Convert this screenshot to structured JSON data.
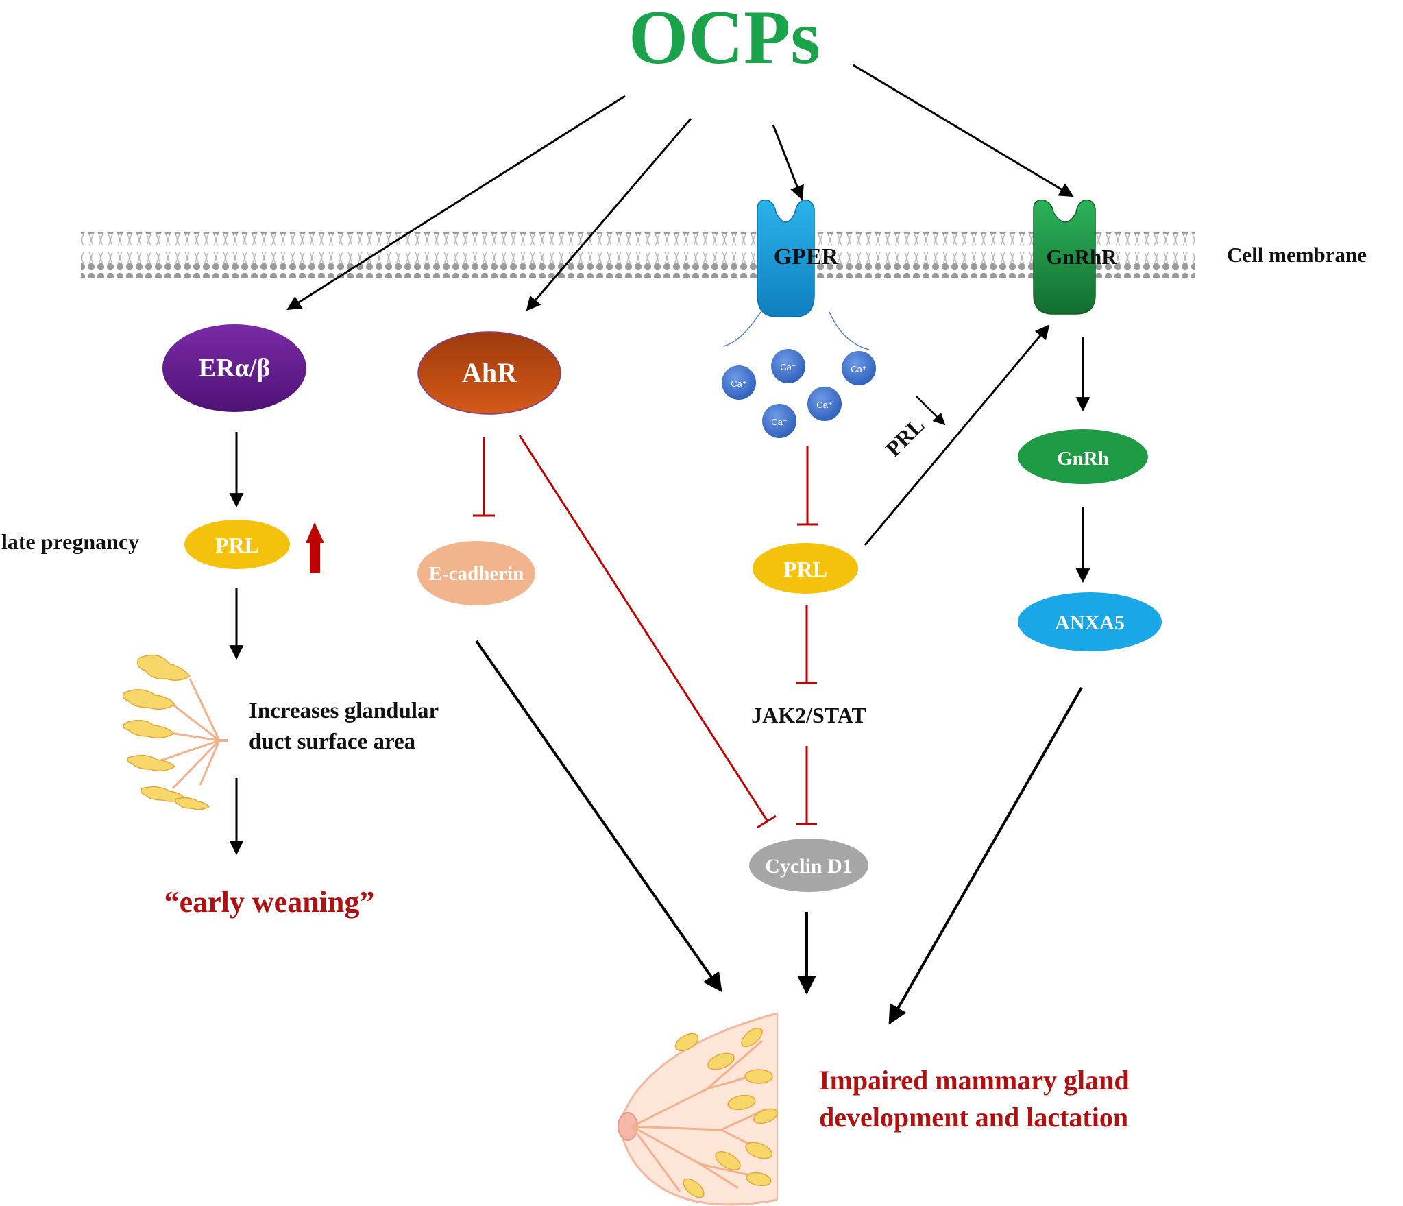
{
  "title": "OCPs",
  "membrane_label": "Cell membrane",
  "receptors": {
    "gper": "GPER",
    "gnrhr": "GnRhR"
  },
  "calcium_label": "Ca⁺",
  "nodes": {
    "er": "ERα/β",
    "ahr": "AhR",
    "prl_left": "PRL",
    "ecadherin": "E-cadherin",
    "prl_center": "PRL",
    "jak2stat": "JAK2/STAT",
    "cyclin": "Cyclin D1",
    "gnrh": "GnRh",
    "anxa5": "ANXA5"
  },
  "labels": {
    "late_pregnancy": "late pregnancy",
    "glandular_line1": "Increases glandular",
    "glandular_line2": "duct surface area",
    "early_weaning": "“early weaning”",
    "prl_down": "PRL",
    "outcome_line1": "Impaired mammary gland",
    "outcome_line2": "development and lactation"
  },
  "colors": {
    "title_green": "#1aa34a",
    "er_purple": "#6a1b9a",
    "ahr_brown": "#b84a12",
    "prl_yellow": "#f4c20d",
    "ecadherin_peach": "#f2b48c",
    "cyclin_gray": "#a6a6a6",
    "gnrh_green": "#1f9a45",
    "anxa5_blue": "#1aa7e8",
    "gper_blue": "#1a9ad6",
    "gnrhr_green": "#1c8f3e",
    "inhibit_red": "#c00000",
    "up_arrow_red": "#c00000",
    "outcome_red": "#b01010",
    "calcium_blue": "#3a6fc8"
  },
  "icons": [
    "up-arrow-icon",
    "down-arrow-icon",
    "mammary-duct-icon",
    "breast-icon",
    "calcium-ion-icon"
  ]
}
